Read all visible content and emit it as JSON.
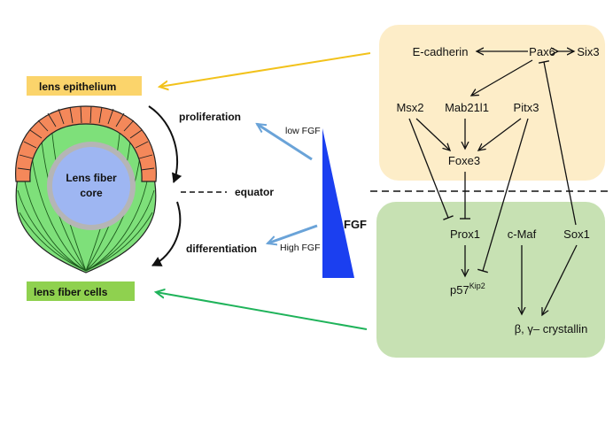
{
  "left_panel": {
    "lens_epithelium": "lens epithelium",
    "lens_fiber_cells": "lens fiber cells",
    "core_line1": "Lens fiber",
    "core_line2": "core",
    "proliferation": "proliferation",
    "equator": "equator",
    "differentiation": "differentiation"
  },
  "gradient": {
    "low": "low FGF",
    "high": "High FGF",
    "label": "FGF"
  },
  "network": {
    "nodes": {
      "ecadherin": "E-cadherin",
      "pax6": "Pax6",
      "six3": "Six3",
      "msx2": "Msx2",
      "mab21l1": "Mab21l1",
      "pitx3": "Pitx3",
      "foxe3": "Foxe3",
      "prox1": "Prox1",
      "cmaf": "c-Maf",
      "sox1": "Sox1",
      "p57": "p57",
      "p57_sup": "Kip2",
      "crystallin": "β, γ– crystallin"
    }
  },
  "colors": {
    "epithelium_box": "#fbd46b",
    "fiber_box": "#8fd14f",
    "upper_panel": "#fdedc8",
    "lower_panel": "#c7e1b3",
    "epithelial_cells": "#f4885a",
    "fiber_cells": "#7ee07a",
    "core": "#9eb6f2",
    "core_ring": "#b5b5b5",
    "fgf_wedge": "#1b3ff0",
    "fgf_arrows": "#6aa3d8",
    "yellow_arrow": "#f2c21b",
    "green_arrow": "#1fb35a"
  }
}
